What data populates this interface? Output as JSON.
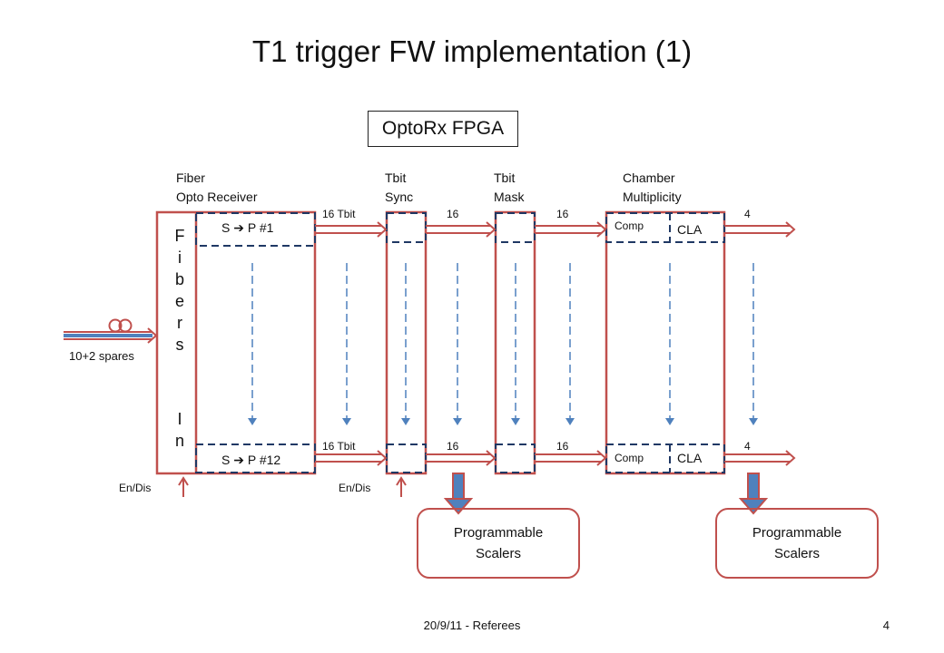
{
  "slide": {
    "title": "T1 trigger FW implementation (1)"
  },
  "fpga_label": "OptoRx FPGA",
  "headers": {
    "fiber": "Fiber\nOpto Receiver",
    "tbit_sync": "Tbit\nSync",
    "tbit_mask": "Tbit\nMask",
    "chamber": "Chamber\nMultiplicity"
  },
  "blocks": {
    "sp_top": "S  ➔ P #1",
    "sp_bottom": "S  ➔ P #12",
    "comp_top": "Comp",
    "cla_top": "CLA",
    "comp_bottom": "Comp",
    "cla_bottom": "CLA"
  },
  "fibers_in_letters": [
    "F",
    "i",
    "b",
    "e",
    "r",
    "s",
    "I",
    "n"
  ],
  "bus_labels": {
    "top": [
      "16 Tbit",
      "16",
      "16",
      "4"
    ],
    "bottom": [
      "16 Tbit",
      "16",
      "16",
      "4"
    ]
  },
  "spares_label": "10+2 spares",
  "en_dis_labels": [
    "En/Dis",
    "En/Dis"
  ],
  "scalers": [
    "Programmable\nScalers",
    "Programmable\nScalers"
  ],
  "footer": {
    "text": "20/9/11 - Referees",
    "page": "4"
  },
  "colors": {
    "block_border": "#c0504d",
    "dashed": "#1f3864",
    "arrow_blue": "#4f81bd"
  }
}
